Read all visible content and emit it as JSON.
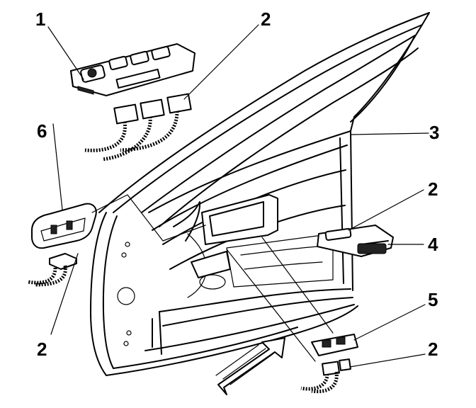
{
  "diagram": {
    "callouts": [
      {
        "id": "c1",
        "label": "1"
      },
      {
        "id": "c2a",
        "label": "2"
      },
      {
        "id": "c3",
        "label": "3"
      },
      {
        "id": "c2b",
        "label": "2"
      },
      {
        "id": "c4",
        "label": "4"
      },
      {
        "id": "c6",
        "label": "6"
      },
      {
        "id": "c2c",
        "label": "2"
      },
      {
        "id": "c5",
        "label": "5"
      },
      {
        "id": "c2d",
        "label": "2"
      }
    ]
  }
}
